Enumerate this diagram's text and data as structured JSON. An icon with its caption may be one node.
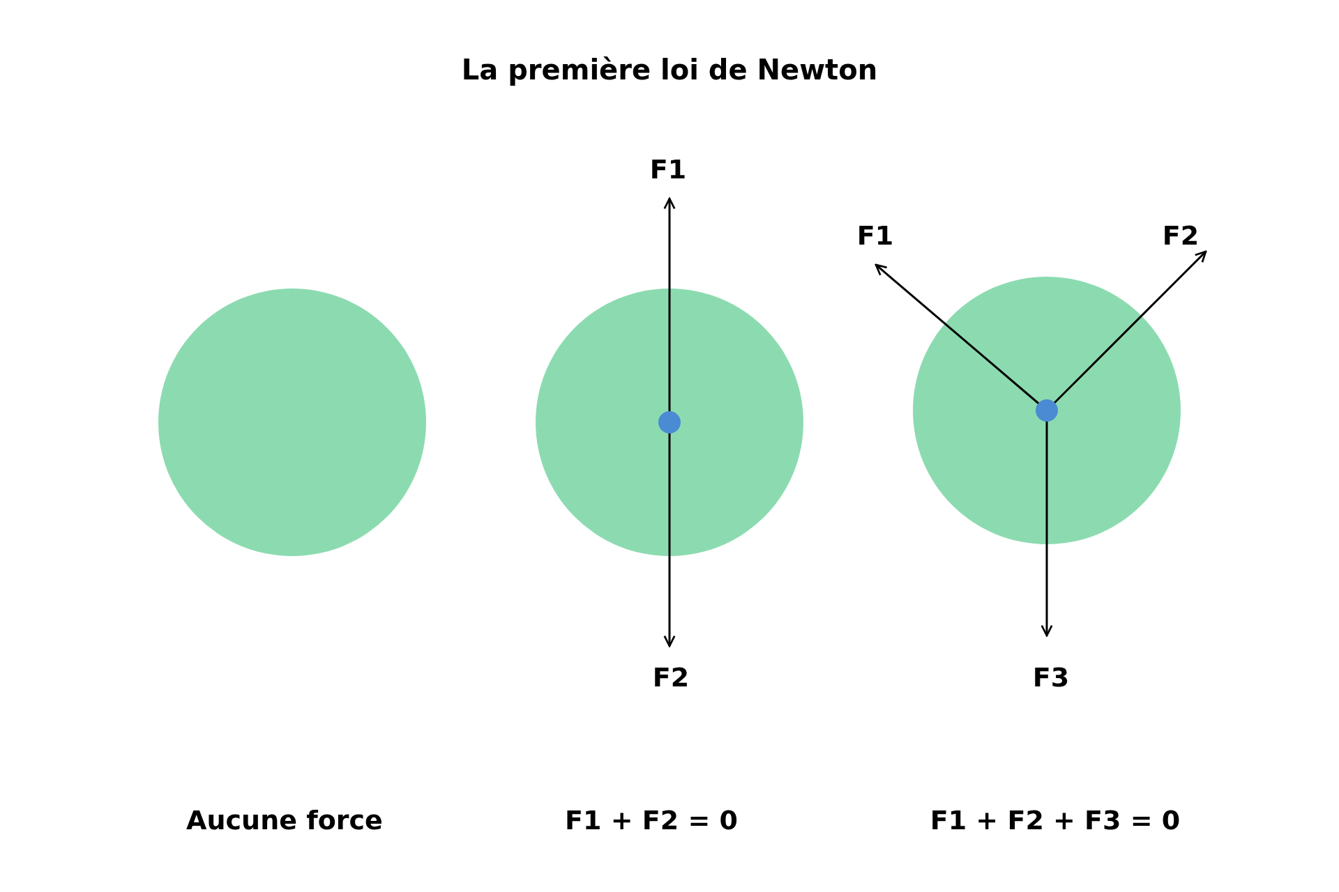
{
  "diagram": {
    "title": "La première loi de Newton",
    "labels": [
      "F1",
      "F1",
      "F2",
      "F2",
      "F3",
      "Aucune force",
      "F1 + F2 = 0",
      "F1 + F2 + F3 = 0"
    ]
  }
}
